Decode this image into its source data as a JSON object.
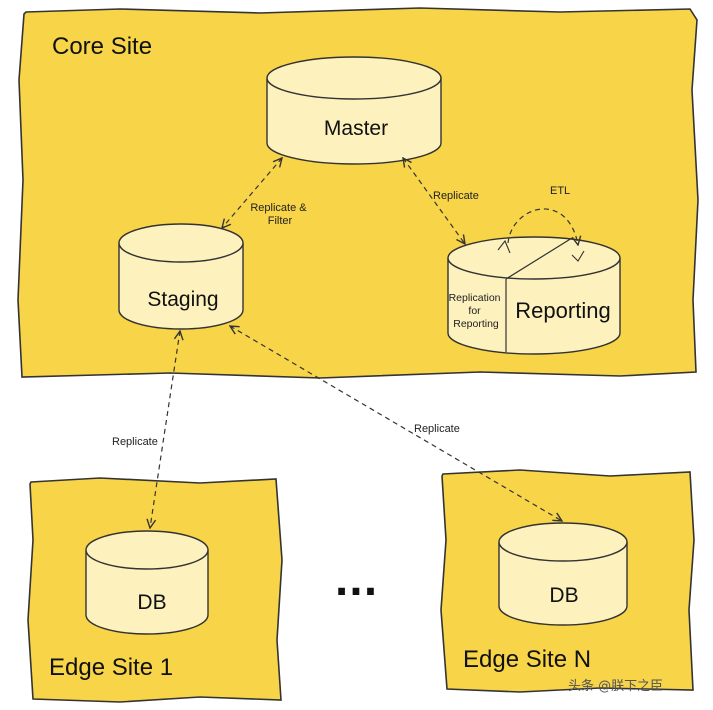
{
  "sites": {
    "core": "Core Site",
    "edge1": "Edge Site 1",
    "edgeN": "Edge Site N"
  },
  "databases": {
    "master": "Master",
    "staging": "Staging",
    "reporting": "Reporting",
    "reporting_partition": [
      "Replication",
      "for",
      "Reporting"
    ],
    "db1": "DB",
    "dbN": "DB"
  },
  "edges": {
    "master_to_staging": [
      "Replicate &",
      "Filter"
    ],
    "master_to_reporting": "Replicate",
    "reporting_etl": "ETL",
    "staging_to_edge1": "Replicate",
    "staging_to_edgeN": "Replicate"
  },
  "ellipsis": "...",
  "watermark": "头条 @朕下之臣",
  "colors": {
    "site_fill": "#f7d448",
    "db_fill": "#fdf1be",
    "outline": "#333333"
  }
}
